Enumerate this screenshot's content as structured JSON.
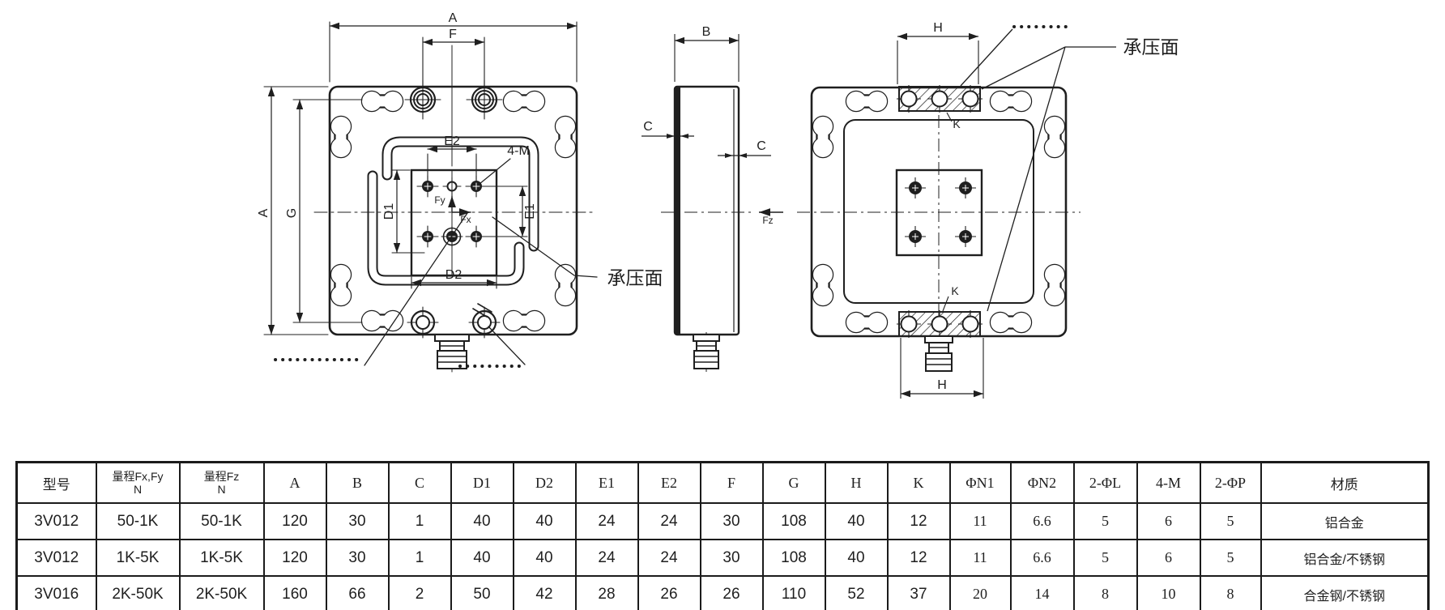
{
  "drawing": {
    "labels": {
      "dim_a": "A",
      "dim_b": "B",
      "dim_c": "C",
      "dim_d1": "D1",
      "dim_d2": "D2",
      "dim_e1": "E1",
      "dim_e2": "E2",
      "dim_f": "F",
      "dim_g": "G",
      "dim_h": "H",
      "dim_k": "K",
      "screw_note": "4-M",
      "force_fx": "Fx",
      "force_fy": "Fy",
      "force_fz": "Fz",
      "bearing_surface": "承压面",
      "cable_dots": "……"
    }
  },
  "table": {
    "headers": [
      "型号",
      "量程Fx,Fy\nN",
      "量程Fz\nN",
      "A",
      "B",
      "C",
      "D1",
      "D2",
      "E1",
      "E2",
      "F",
      "G",
      "H",
      "K",
      "ΦN1",
      "ΦN2",
      "2-ΦL",
      "4-M",
      "2-ΦP",
      "材质"
    ],
    "rows": [
      [
        "3V012",
        "50-1K",
        "50-1K",
        "120",
        "30",
        "1",
        "40",
        "40",
        "24",
        "24",
        "30",
        "108",
        "40",
        "12",
        "11",
        "6.6",
        "5",
        "6",
        "5",
        "铝合金"
      ],
      [
        "3V012",
        "1K-5K",
        "1K-5K",
        "120",
        "30",
        "1",
        "40",
        "40",
        "24",
        "24",
        "30",
        "108",
        "40",
        "12",
        "11",
        "6.6",
        "5",
        "6",
        "5",
        "铝合金/不锈钢"
      ],
      [
        "3V016",
        "2K-50K",
        "2K-50K",
        "160",
        "66",
        "2",
        "50",
        "42",
        "28",
        "26",
        "26",
        "110",
        "52",
        "37",
        "20",
        "14",
        "8",
        "10",
        "8",
        "合金钢/不锈钢"
      ]
    ]
  }
}
